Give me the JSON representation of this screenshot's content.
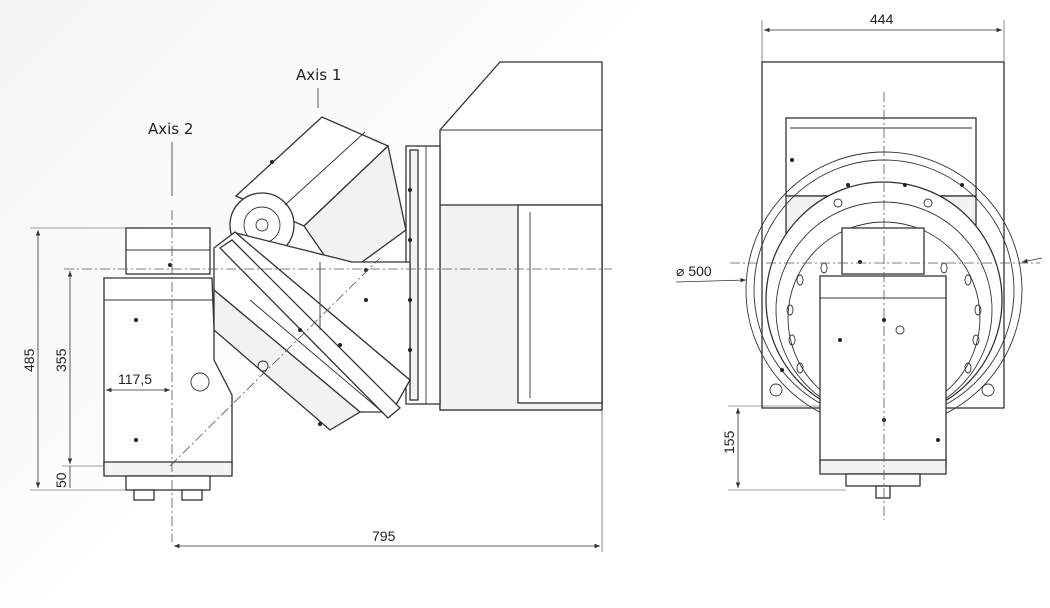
{
  "labels": {
    "axis1": "Axis 1",
    "axis2": "Axis 2"
  },
  "dimensions": {
    "height_total": "485",
    "height_axis": "355",
    "offset": "117,5",
    "base": "50",
    "length": "795",
    "width": "444",
    "diameter": "⌀ 500",
    "height_front": "155"
  }
}
